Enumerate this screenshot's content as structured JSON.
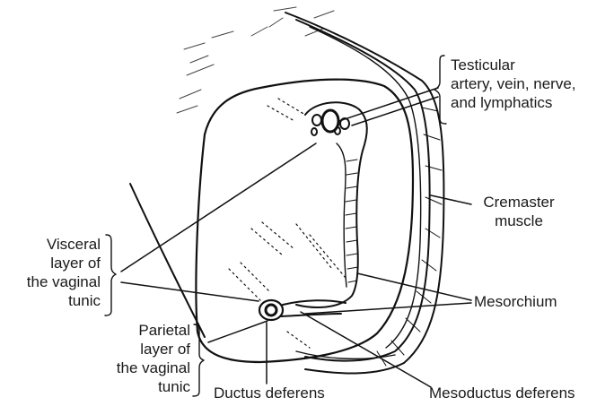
{
  "diagram": {
    "labels": {
      "testicular": [
        "Testicular",
        "artery, vein, nerve,",
        "and lymphatics"
      ],
      "cremaster": [
        "Cremaster",
        "muscle"
      ],
      "visceral": [
        "Visceral",
        "layer of",
        "the vaginal",
        "tunic"
      ],
      "mesorchium": "Mesorchium",
      "parietal": [
        "Parietal",
        "layer of",
        "the vaginal",
        "tunic"
      ],
      "ductus_deferens": "Ductus deferens",
      "mesoductus_deferens": "Mesoductus deferens"
    }
  }
}
